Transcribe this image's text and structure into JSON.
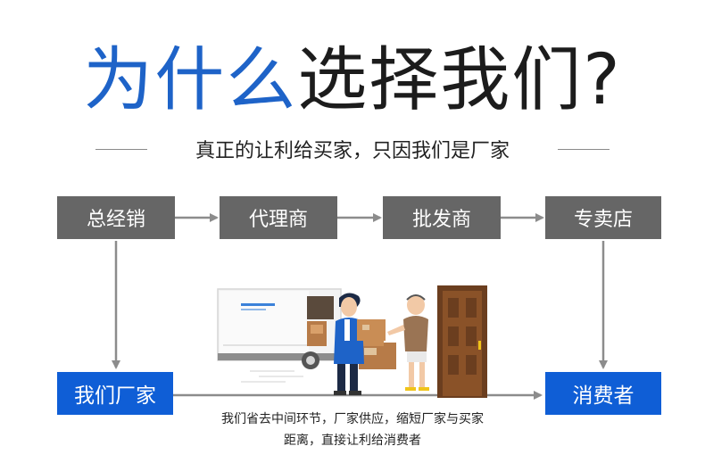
{
  "title": {
    "blue_part": "为什么",
    "dark_part": "选择我们?"
  },
  "subtitle": "真正的让利给买家，只因我们是厂家",
  "chain": {
    "step1": "总经销",
    "step2": "代理商",
    "step3": "批发商",
    "step4": "专卖店"
  },
  "direct": {
    "factory": "我们厂家",
    "consumer": "消费者"
  },
  "caption": {
    "line1": "我们省去中间环节，厂家供应，缩短厂家与买家",
    "line2": "距离，直接让利给消费者"
  },
  "colors": {
    "accent_blue": "#1e63c8",
    "box_blue": "#0f5ed6",
    "box_gray": "#666666",
    "arrow_gray": "#8c8c8c"
  }
}
